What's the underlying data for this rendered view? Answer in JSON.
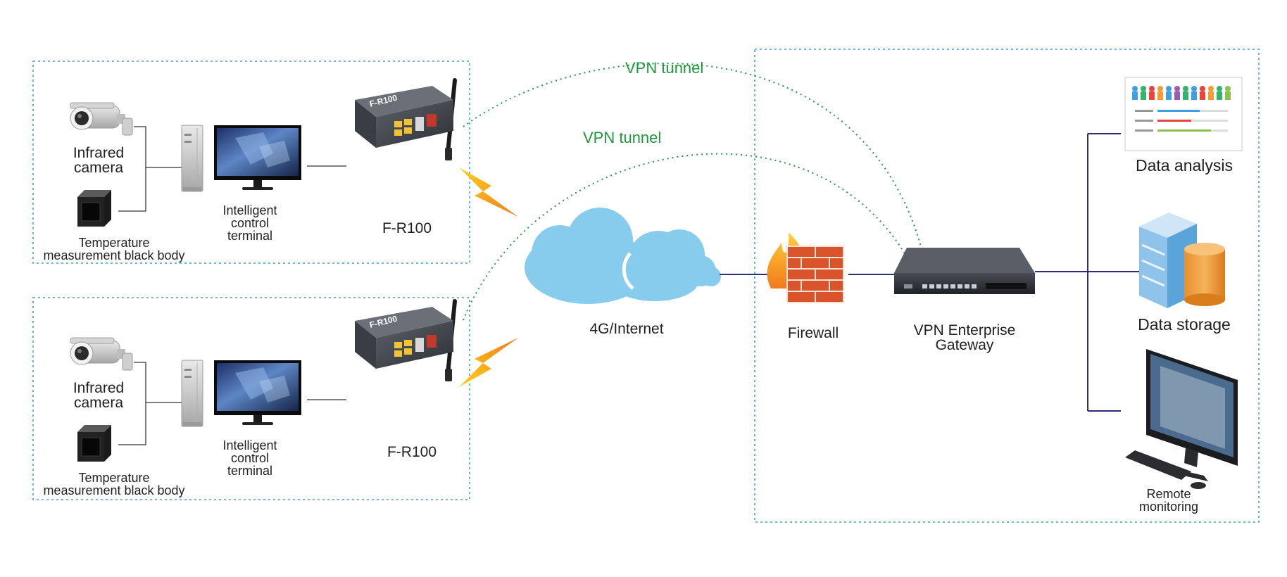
{
  "colors": {
    "dotted_box": "#3fa0d8",
    "vpn_line": "#1e9a3c",
    "link_line": "#2b2f7a",
    "cloud": "#87ccec",
    "lightning_start": "#ffd21a",
    "lightning_end": "#f07a1c"
  },
  "sites": [
    {
      "camera_label": [
        "Infrared",
        "camera"
      ],
      "blackbody_label": [
        "Temperature",
        "measurement black body"
      ],
      "terminal_label": [
        "Intelligent",
        "control",
        "terminal"
      ],
      "router_label": "F-R100"
    },
    {
      "camera_label": [
        "Infrared",
        "camera"
      ],
      "blackbody_label": [
        "Temperature",
        "measurement black body"
      ],
      "terminal_label": [
        "Intelligent",
        "control",
        "terminal"
      ],
      "router_label": "F-R100"
    }
  ],
  "tunnels": [
    "VPN tunnel",
    "VPN tunnel"
  ],
  "cloud_label": "4G/Internet",
  "firewall_label": "Firewall",
  "gateway_label": [
    "VPN Enterprise",
    "Gateway"
  ],
  "router_badge": "F-R100",
  "right": {
    "analysis_label": "Data analysis",
    "storage_label": "Data storage",
    "monitoring_label": [
      "Remote",
      "monitoring"
    ]
  },
  "icons": [
    "infrared-camera-icon",
    "blackbody-icon",
    "pc-tower-icon",
    "monitor-icon",
    "router-icon",
    "lightning-icon",
    "cloud-icon",
    "firewall-icon",
    "gateway-icon",
    "analysis-dashboard-icon",
    "server-database-icon",
    "imac-icon"
  ]
}
